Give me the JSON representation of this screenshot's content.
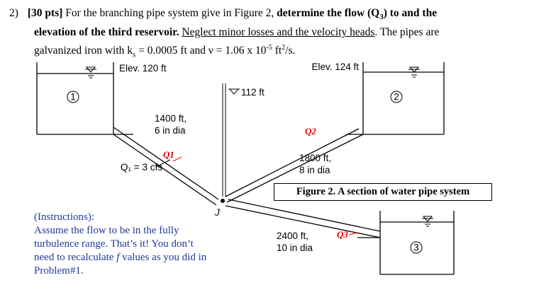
{
  "problem": {
    "number": "2)",
    "points": "[30 pts]",
    "text1": " For the branching pipe system give in Figure 2, ",
    "bold1": "determine the flow (Q",
    "bold1_sub": "3",
    "bold1_end": ") to and the",
    "line2_bold": "elevation of the third reservoir.",
    "line2_u": "Neglect minor losses and the velocity heads",
    "line2_tail": ". The pipes are",
    "line3_a": "galvanized iron with k",
    "line3_ks_sub": "s",
    "line3_b": " = 0.0005 ft and ν = 1.06 x 10",
    "line3_exp": "-5",
    "line3_c": " ft",
    "line3_exp2": "2",
    "line3_d": "/s."
  },
  "figure": {
    "elev1": "Elev. 120 ft",
    "elev2": "Elev. 124 ft",
    "elev_junction": "112 ft",
    "reservoir1": "1",
    "reservoir2": "2",
    "reservoir3": "3",
    "pipe1_len": "1400 ft,",
    "pipe1_dia": "6 in dia",
    "pipe2_len": "1800 ft,",
    "pipe2_dia": "8 in dia",
    "pipe3_len": "2400 ft,",
    "pipe3_dia": "10 in dia",
    "q1_value": "Q₁ = 3 cfs",
    "q1": "Q1",
    "q2": "Q2",
    "q3": "Q3",
    "junction": "J",
    "caption": "Figure 2. A section of water pipe system"
  },
  "instructions": {
    "title": "(Instructions):",
    "line1": "Assume the flow to be in the fully",
    "line2": "turbulence range. That’s it! You don’t",
    "line3a": "need to recalculate ",
    "f_symbol": "f",
    "line3b": " values as you did in",
    "line4": "Problem#1."
  }
}
